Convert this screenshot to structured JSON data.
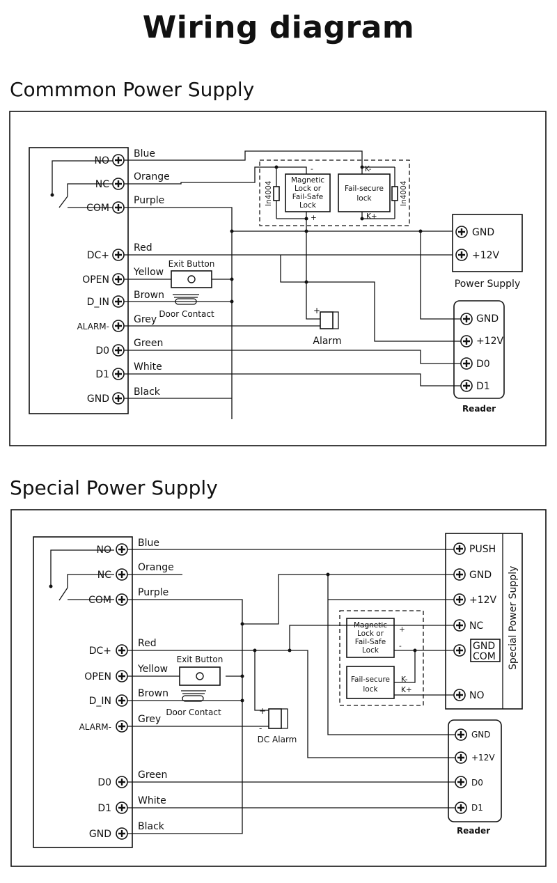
{
  "title": "Wiring diagram",
  "common": {
    "title": "Commmon Power Supply",
    "terminals": [
      "NO",
      "NC",
      "COM",
      "DC+",
      "OPEN",
      "D_IN",
      "ALARM-",
      "D0",
      "D1",
      "GND"
    ],
    "wires": [
      "Blue",
      "Orange",
      "Purple",
      "Red",
      "Yellow",
      "Brown",
      "Grey",
      "Green",
      "White",
      "Black"
    ],
    "exit_button": "Exit Button",
    "door_contact": "Door Contact",
    "alarm": "Alarm",
    "lock_box": {
      "magnetic": [
        "Magnetic",
        "Lock or",
        "Fail-Safe",
        "Lock"
      ],
      "failsecure": [
        "Fail-secure",
        "lock"
      ],
      "diode": "In4004",
      "k_minus": "K-",
      "k_plus": "K+",
      "minus": "-",
      "plus": "+"
    },
    "power_supply": {
      "label": "Power Supply",
      "terminals": [
        "GND",
        "+12V"
      ]
    },
    "reader": {
      "label": "Reader",
      "terminals": [
        "GND",
        "+12V",
        "D0",
        "D1"
      ]
    },
    "alarm_plus": "+"
  },
  "special": {
    "title": "Special Power Supply",
    "terminals": [
      "NO",
      "NC",
      "COM",
      "DC+",
      "OPEN",
      "D_IN",
      "ALARM-",
      "D0",
      "D1",
      "GND"
    ],
    "wires": [
      "Blue",
      "Orange",
      "Purple",
      "Red",
      "Yellow",
      "Brown",
      "Grey",
      "Green",
      "White",
      "Black"
    ],
    "exit_button": "Exit Button",
    "door_contact": "Door Contact",
    "alarm": "DC Alarm",
    "alarm_plus": "+",
    "alarm_minus": "-",
    "lock_box": {
      "magnetic": [
        "Magnetic",
        "Lock or",
        "Fail-Safe",
        "Lock"
      ],
      "failsecure": [
        "Fail-secure",
        "lock"
      ],
      "plus": "+",
      "minus": "-",
      "k_minus": "K-",
      "k_plus": "K+"
    },
    "power_supply": {
      "label": "Special Power Supply",
      "terminals": [
        "PUSH",
        "GND",
        "+12V",
        "NC",
        "GND",
        "COM",
        "NO"
      ]
    },
    "reader": {
      "label": "Reader",
      "terminals": [
        "GND",
        "+12V",
        "D0",
        "D1"
      ]
    }
  }
}
